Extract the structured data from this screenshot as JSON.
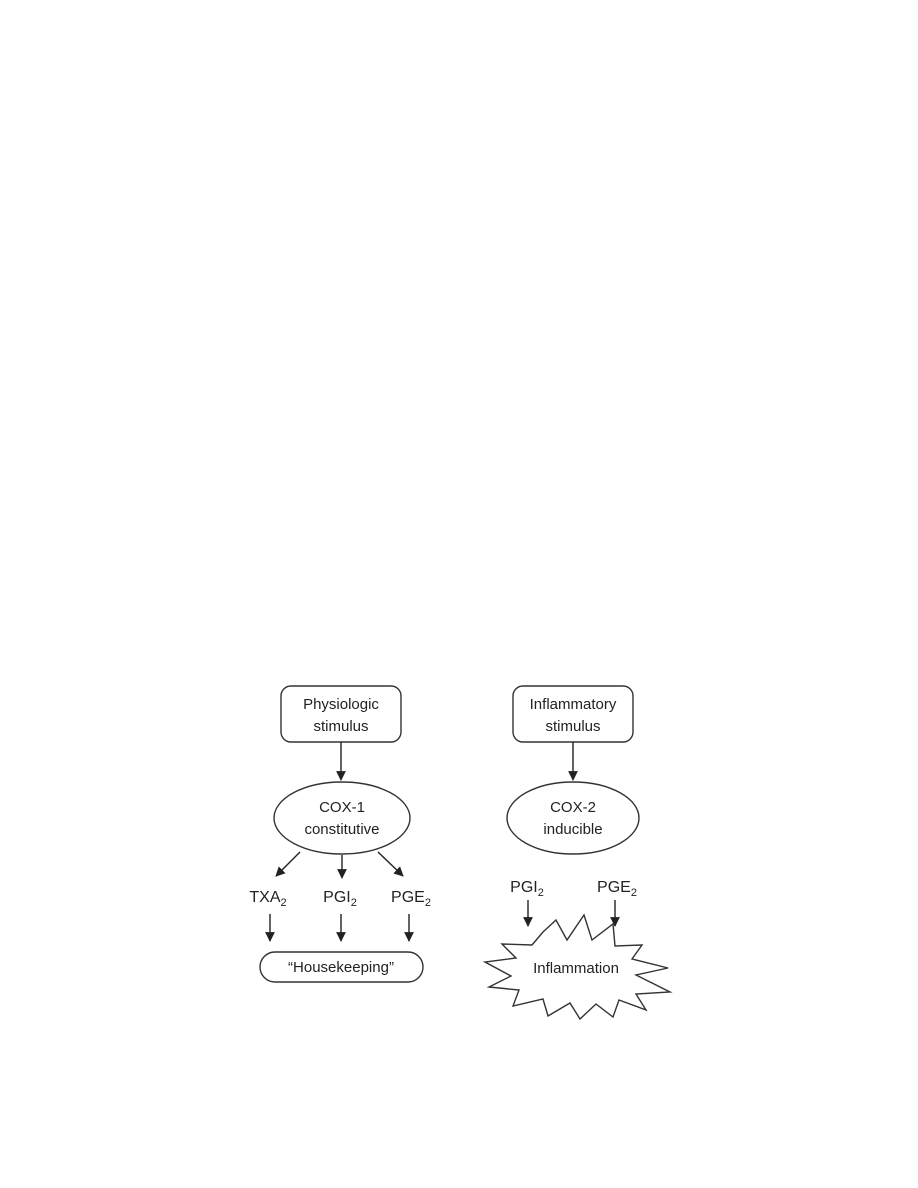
{
  "left_pathway": {
    "stimulus_line1": "Physiologic",
    "stimulus_line2": "stimulus",
    "enzyme_line1": "COX-1",
    "enzyme_line2": "constitutive",
    "products": [
      {
        "base": "TXA",
        "subscript": "2"
      },
      {
        "base": "PGI",
        "subscript": "2"
      },
      {
        "base": "PGE",
        "subscript": "2"
      }
    ],
    "outcome": "“Housekeeping”"
  },
  "right_pathway": {
    "stimulus_line1": "Inflammatory",
    "stimulus_line2": "stimulus",
    "enzyme_line1": "COX-2",
    "enzyme_line2": "inducible",
    "products": [
      {
        "base": "PGI",
        "subscript": "2"
      },
      {
        "base": "PGE",
        "subscript": "2"
      }
    ],
    "outcome": "Inflammation"
  }
}
